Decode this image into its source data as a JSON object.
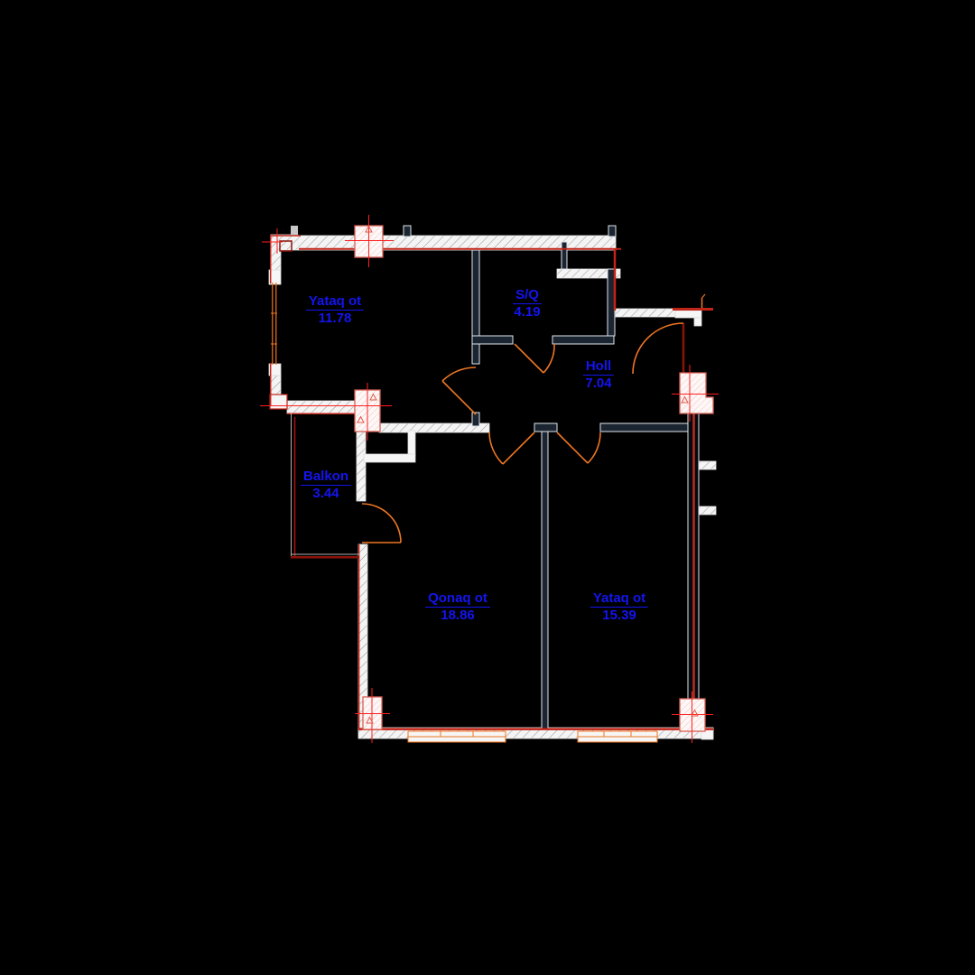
{
  "drawing": {
    "kind": "apartment floor plan (CAD style)",
    "background_color": "#000000",
    "label_color": "#1414f0",
    "wall_fill_color": "#f4f4f4",
    "wall_accent_red": "#c22418",
    "dark_red": "#8c1308",
    "door_window_orange": "#ef7622",
    "rooms": [
      {
        "name": "Yataq ot",
        "area": "11.78"
      },
      {
        "name": "S/Q",
        "area": "4.19"
      },
      {
        "name": "Holl",
        "area": "7.04"
      },
      {
        "name": "Balkon",
        "area": "3.44"
      },
      {
        "name": "Qonaq ot",
        "area": "18.86"
      },
      {
        "name": "Yataq ot",
        "area": "15.39"
      }
    ]
  }
}
